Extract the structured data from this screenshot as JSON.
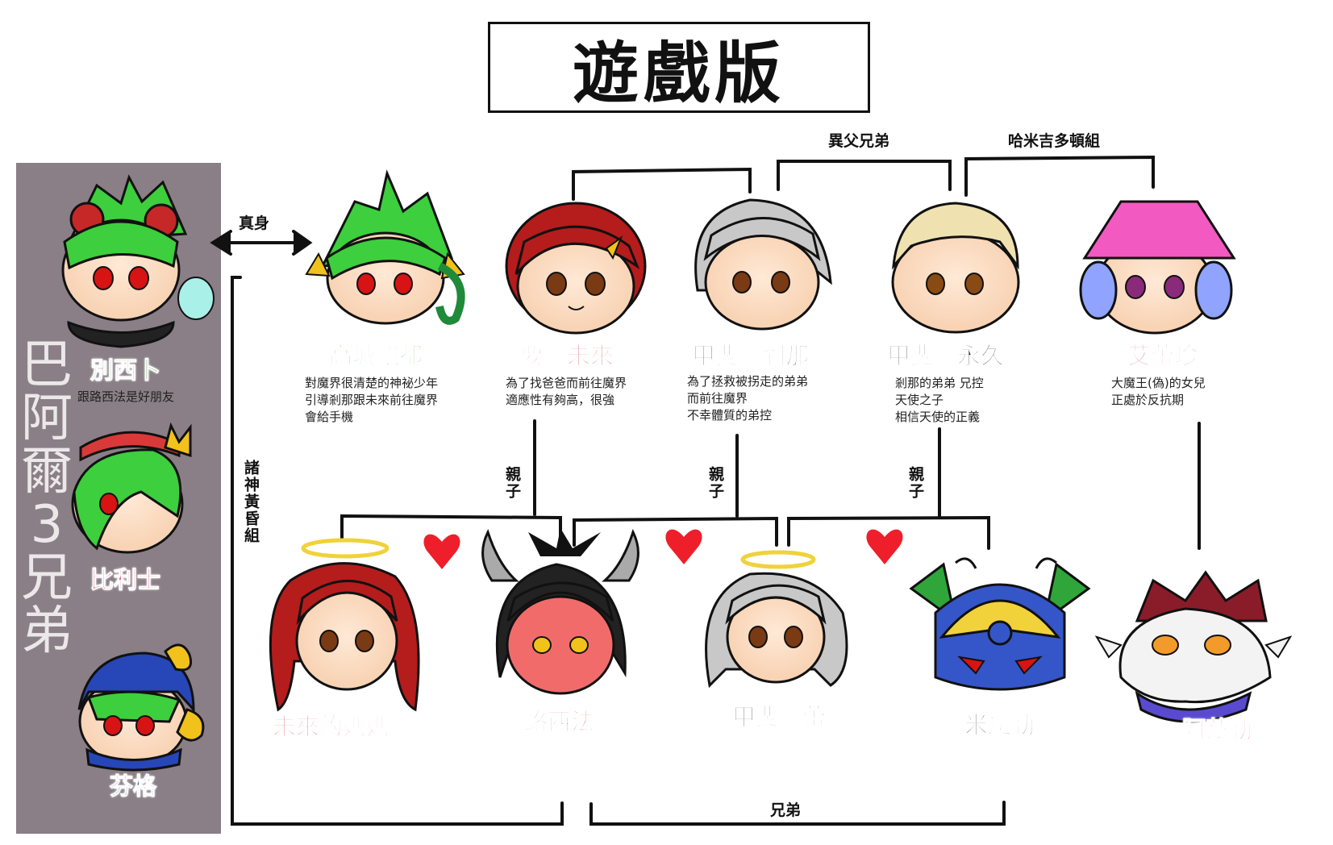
{
  "title": "遊戲版",
  "sidebar": {
    "title": "巴阿爾3兄弟"
  },
  "colors": {
    "sidebar_bg": "#8a7f86",
    "name_green": "#2e9a2e",
    "name_crimson": "#c81a3c",
    "name_dark": "#222222",
    "name_blue": "#1f3fa0",
    "heart": "#ee1f2b",
    "halo": "#f0d23a"
  },
  "characters": {
    "beelzebub": {
      "name": "別西卜",
      "desc": [
        "跟路西法是好朋友"
      ],
      "icon": "green-haired-demon-icon"
    },
    "bilis": {
      "name": "比利士",
      "icon": "crowned-green-hair-icon"
    },
    "fenrir": {
      "name": "芬格",
      "icon": "blue-hood-green-hair-icon"
    },
    "takagi": {
      "name": "高城絕都",
      "desc": [
        "對魔界很清楚的神祕少年",
        "引導剎那跟未來前往魔界",
        "會給手機"
      ],
      "icon": "green-hair-boy-icon"
    },
    "kaname": {
      "name": "要　未來",
      "desc": [
        "為了找爸爸而前往魔界",
        "適應性有夠高，很強"
      ],
      "icon": "red-hair-girl-icon"
    },
    "setsuna": {
      "name": "甲斐　剎那",
      "desc": [
        "為了拯救被拐走的弟弟",
        "而前往魔界",
        "不幸體質的弟控"
      ],
      "icon": "silver-hair-boy-icon"
    },
    "towa": {
      "name": "甲斐　永久",
      "desc": [
        "剎那的弟弟 兄控",
        "天使之子",
        "相信天使的正義"
      ],
      "icon": "blonde-boy-icon"
    },
    "airen": {
      "name": "艾蕾珍",
      "desc": [
        "大魔王(偽)的女兒",
        "正處於反抗期"
      ],
      "icon": "pink-hat-girl-icon"
    },
    "mirai_mom": {
      "name": "未來的媽媽",
      "icon": "haloed-red-hair-woman-icon"
    },
    "lucifer": {
      "name": "路西法",
      "icon": "horned-demon-icon"
    },
    "rei": {
      "name": "甲斐　蕾",
      "icon": "haloed-silver-hair-woman-icon"
    },
    "michael": {
      "name": "米迦勒",
      "icon": "winged-helmet-angel-icon"
    },
    "azrael": {
      "name": "阿茲勒",
      "icon": "masked-monster-icon"
    }
  },
  "relations": {
    "true_form": "真身",
    "half_brothers": "異父兄弟",
    "hamigido_group": "哈米吉多頓組",
    "parent_child": "親子",
    "twilight_group": "諸神黃昏組",
    "brothers": "兄弟"
  }
}
